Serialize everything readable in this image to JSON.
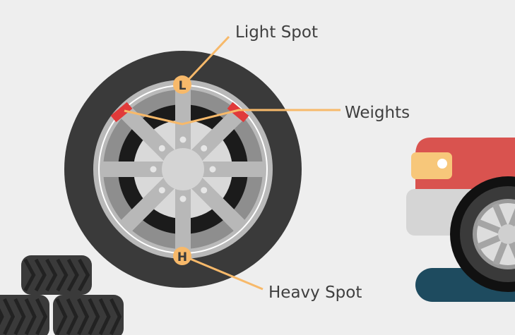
{
  "labels": {
    "light_spot": "Light Spot",
    "weights": "Weights",
    "heavy_spot": "Heavy Spot"
  },
  "markers": {
    "light": "L",
    "heavy": "H"
  },
  "colors": {
    "background": "#eeeeee",
    "tire": "#3a3a3a",
    "rim": "#a9a9a9",
    "spoke": "#b8b8b8",
    "hub": "#d9d9d9",
    "weight": "#e03a3a",
    "marker": "#f7b96a",
    "leader_line": "#f7b96a",
    "car_body": "#d9534f",
    "car_bumper": "#d5d5d5",
    "car_shadow": "#1e4b5f",
    "headlight": "#f7c77a"
  }
}
